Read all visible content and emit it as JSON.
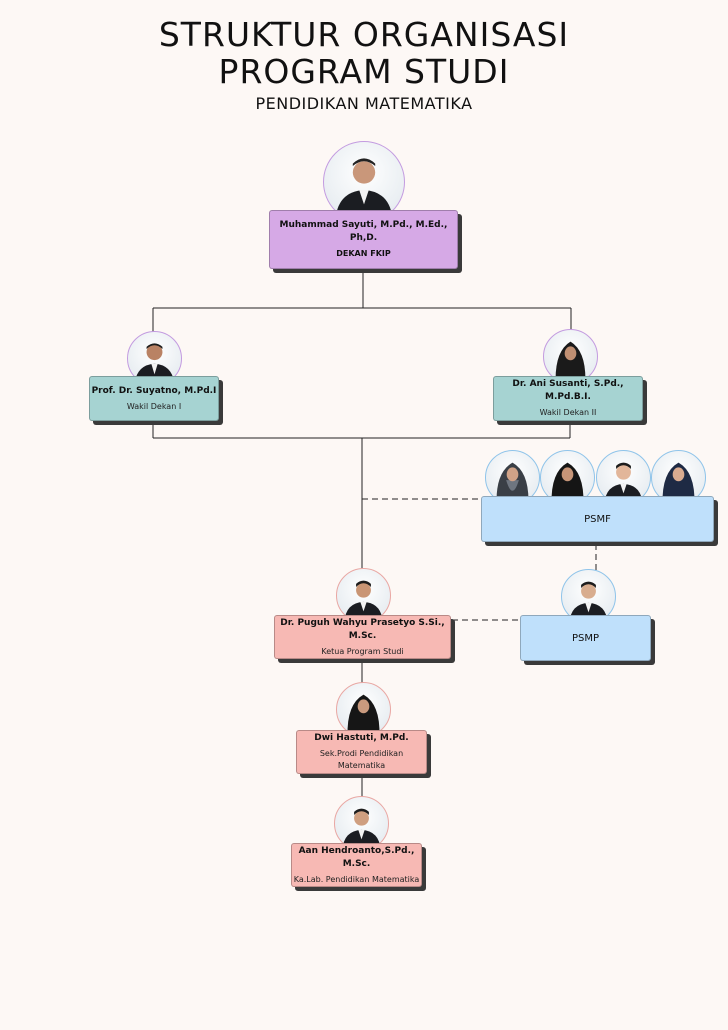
{
  "header": {
    "title_line1": "STRUKTUR ORGANISASI",
    "title_line2": "PROGRAM STUDI",
    "subtitle": "PENDIDIKAN MATEMATIKA"
  },
  "dekan": {
    "name": "Muhammad Sayuti, M.Pd., M.Ed., Ph,D.",
    "role": "DEKAN FKIP"
  },
  "wakil1": {
    "name": "Prof. Dr. Suyatno, M.Pd.I",
    "role": "Wakil Dekan I"
  },
  "wakil2": {
    "name": "Dr. Ani Susanti, S.Pd., M.Pd.B.I.",
    "role": "Wakil Dekan II"
  },
  "psmf": {
    "label": "PSMF"
  },
  "psmp": {
    "label": "PSMP"
  },
  "kaprodi": {
    "name": "Dr. Puguh Wahyu Prasetyo S.Si., M.Sc.",
    "role": "Ketua Program Studi"
  },
  "sekprodi": {
    "name": "Dwi Hastuti, M.Pd.",
    "role": "Sek.Prodi Pendidikan Matematika"
  },
  "kalab": {
    "name": "Aan Hendroanto,S.Pd., M.Sc.",
    "role": "Ka.Lab. Pendidikan Matematika"
  },
  "colors": {
    "background": "#fdf8f5",
    "dekan_box": "#d6a9e6",
    "wakil_box": "#a6d3d2",
    "prodi_box": "#f7b9b4",
    "council_box": "#bfe0fb"
  }
}
